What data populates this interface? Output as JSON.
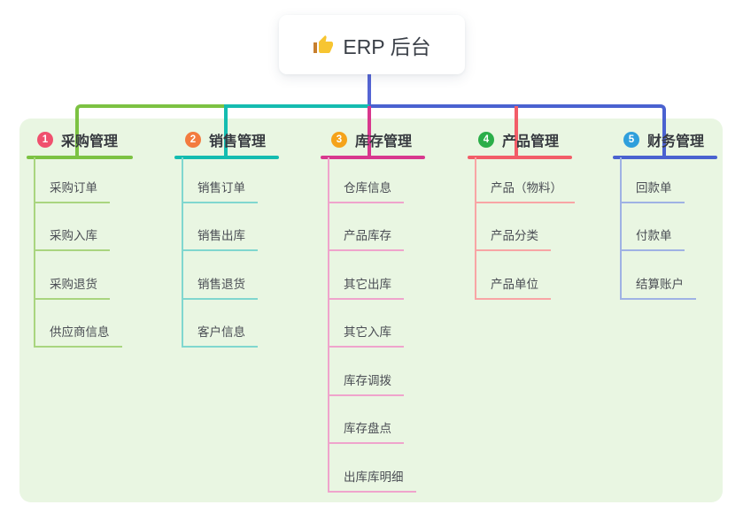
{
  "root": {
    "icon": "thumbs-up-icon",
    "label": "ERP 后台"
  },
  "colors": {
    "panel_bg": "#e9f6e2",
    "stem": "#5565d4",
    "icon_hand": "#f7c531",
    "icon_cuff": "#c77f2e"
  },
  "branches": [
    {
      "num": "1",
      "label": "采购管理",
      "badge_color": "#f0506e",
      "line_color": "#7cc242",
      "child_line_color": "#a9d57f",
      "children": [
        "采购订单",
        "采购入库",
        "采购退货",
        "供应商信息"
      ]
    },
    {
      "num": "2",
      "label": "销售管理",
      "badge_color": "#f37b3f",
      "line_color": "#14bcb0",
      "child_line_color": "#80d7cf",
      "children": [
        "销售订单",
        "销售出库",
        "销售退货",
        "客户信息"
      ]
    },
    {
      "num": "3",
      "label": "库存管理",
      "badge_color": "#f5a31a",
      "line_color": "#d8388e",
      "child_line_color": "#efa4cc",
      "children": [
        "仓库信息",
        "产品库存",
        "其它出库",
        "其它入库",
        "库存调拨",
        "库存盘点",
        "出库库明细"
      ]
    },
    {
      "num": "4",
      "label": "产品管理",
      "badge_color": "#2bae49",
      "line_color": "#f25d68",
      "child_line_color": "#f8a5a5",
      "children": [
        "产品（物料）",
        "产品分类",
        "产品单位"
      ]
    },
    {
      "num": "5",
      "label": "财务管理",
      "badge_color": "#2f9fdc",
      "line_color": "#4a62d0",
      "child_line_color": "#9fb2e4",
      "children": [
        "回款单",
        "付款单",
        "结算账户"
      ]
    }
  ]
}
